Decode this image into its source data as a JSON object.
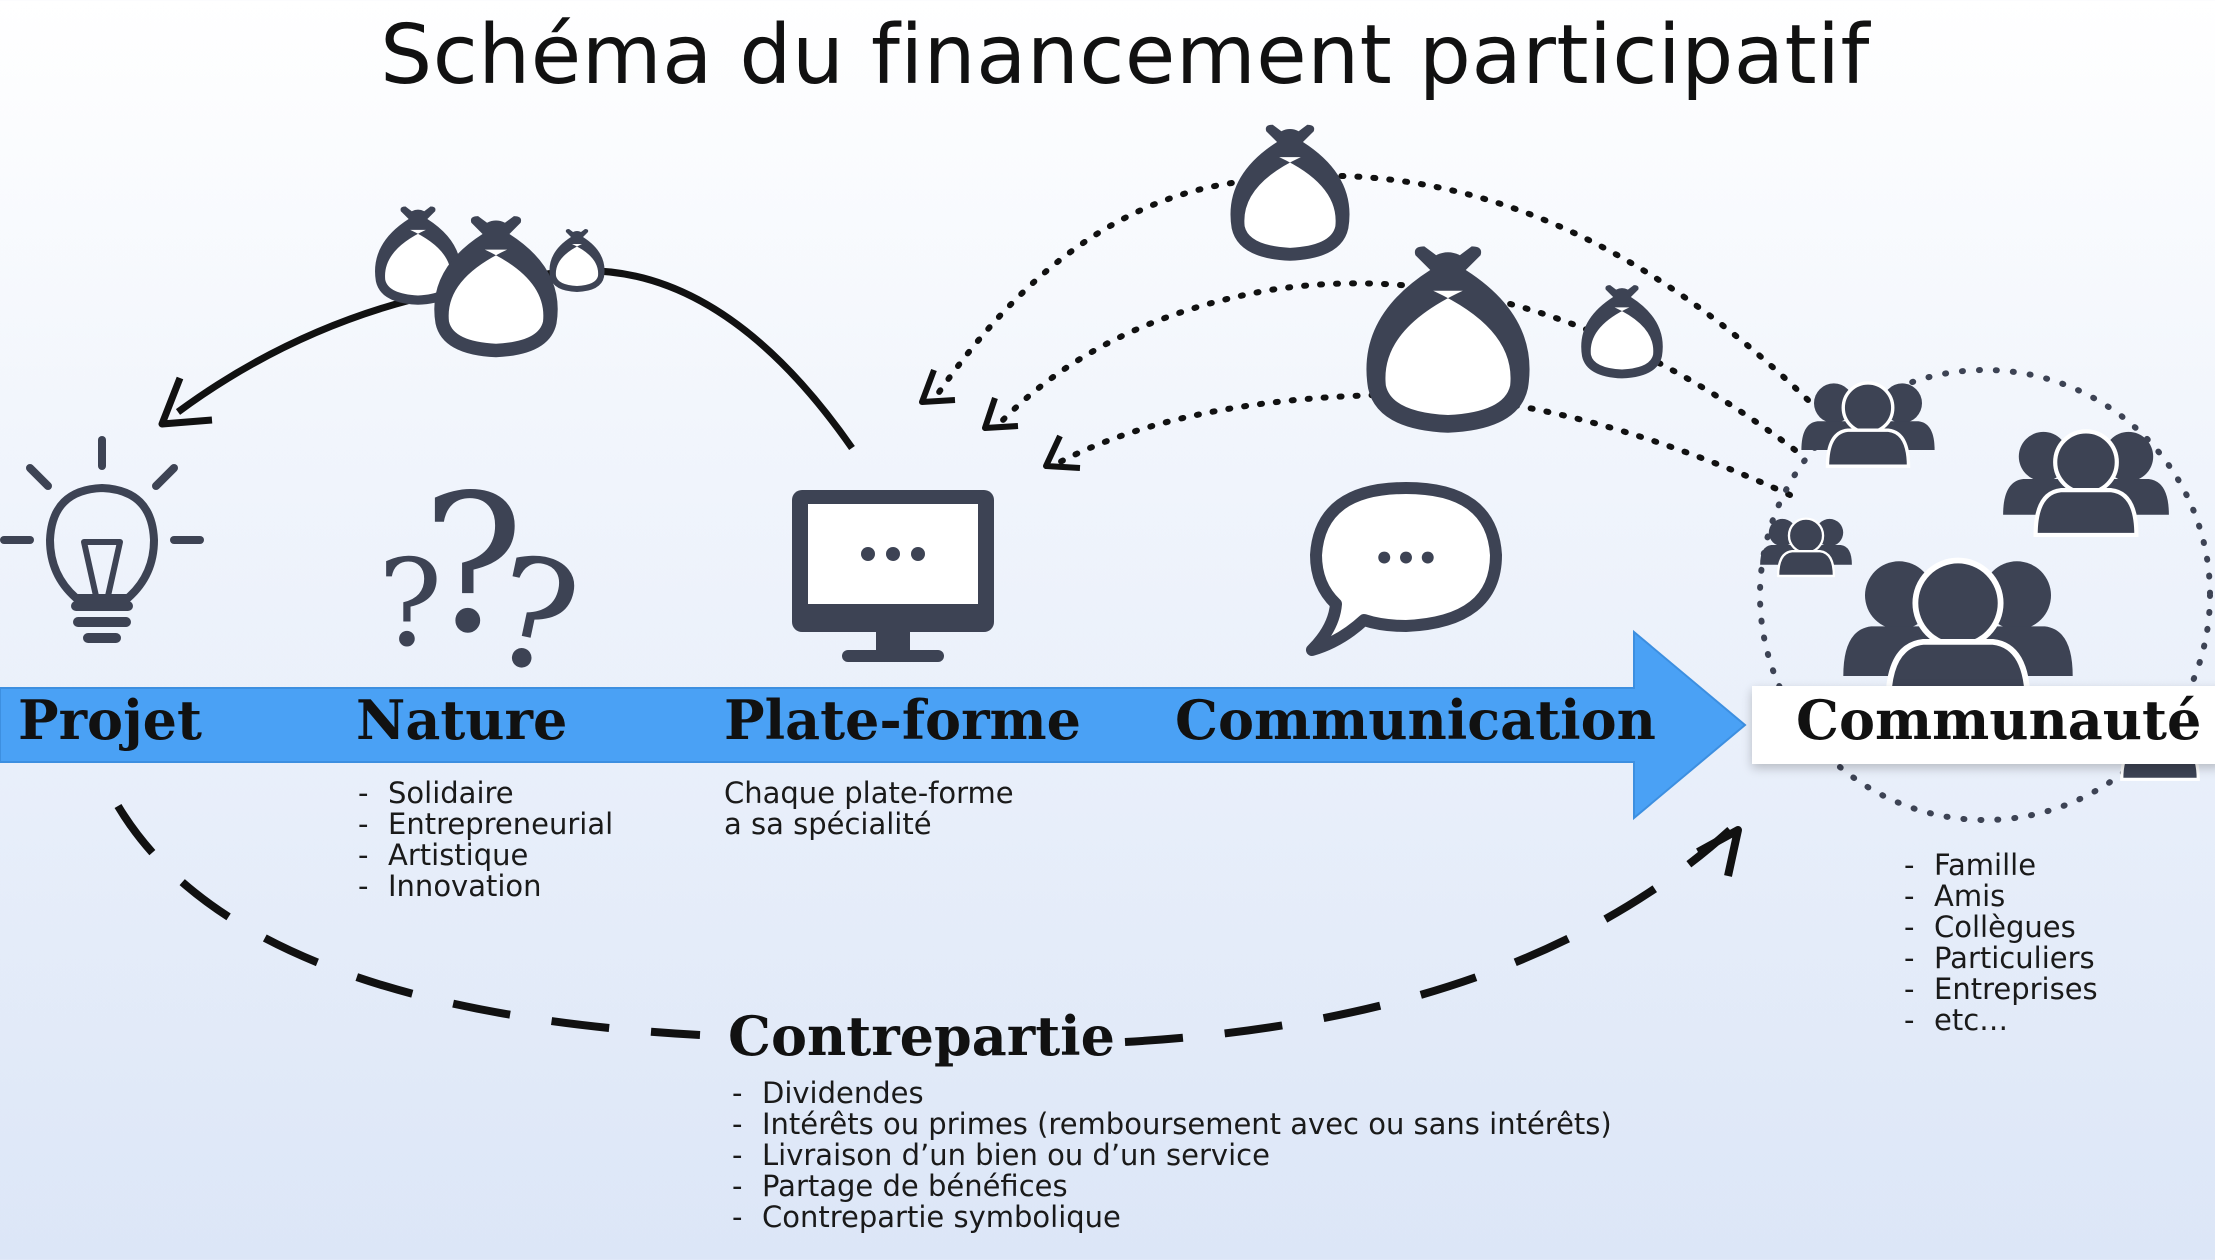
{
  "title": "Schéma du financement participatif",
  "colors": {
    "icon": "#3d4354",
    "arrow_band": "#4aa1f5",
    "text": "#111111"
  },
  "icons": [
    "lightbulb-icon",
    "question-marks-icon",
    "monitor-icon",
    "speech-bubble-icon",
    "money-bag-icon",
    "people-group-icon"
  ],
  "stages": {
    "projet": "Projet",
    "nature": "Nature",
    "plateforme": "Plate-forme",
    "communication": "Communication",
    "communaute": "Communauté"
  },
  "nature_items": [
    "Solidaire",
    "Entrepreneurial",
    "Artistique",
    "Innovation"
  ],
  "plateforme_note": [
    "Chaque plate-forme",
    "a sa spécialité"
  ],
  "communaute_items": [
    "Famille",
    "Amis",
    "Collègues",
    "Particuliers",
    "Entreprises",
    "etc…"
  ],
  "contrepartie": {
    "title": "Contrepartie",
    "items": [
      "Dividendes",
      "Intérêts ou primes (remboursement avec ou sans intérêts)",
      "Livraison d’un bien ou d’un service",
      "Partage de bénéfices",
      "Contrepartie symbolique"
    ]
  },
  "money_symbol": "$",
  "bubble_symbol": "•••"
}
